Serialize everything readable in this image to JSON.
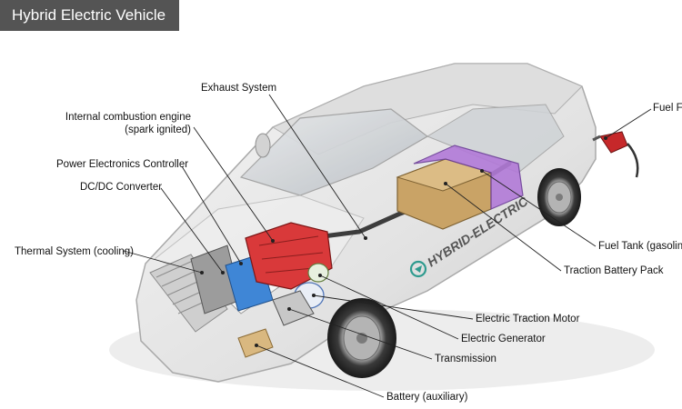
{
  "title": "Hybrid Electric Vehicle",
  "car_badge": "HYBRID-ELECTRIC",
  "labels": {
    "exhaust": "Exhaust System",
    "ice_line1": "Internal combustion engine",
    "ice_line2": "(spark ignited)",
    "pec": "Power Electronics Controller",
    "dcdc": "DC/DC Converter",
    "thermal": "Thermal System (cooling)",
    "fuel_filler": "Fuel Filler",
    "fuel_tank": "Fuel Tank (gasoline)",
    "traction_battery": "Traction Battery Pack",
    "motor": "Electric Traction Motor",
    "generator": "Electric Generator",
    "transmission": "Transmission",
    "aux_battery": "Battery (auxiliary)"
  },
  "colors": {
    "title_bg": "#545454",
    "engine": "#d9393a",
    "fuel_tank": "#b27ad8",
    "traction_battery": "#c9a366",
    "pec": "#3f86d6",
    "badge": "#2f9b8f"
  }
}
